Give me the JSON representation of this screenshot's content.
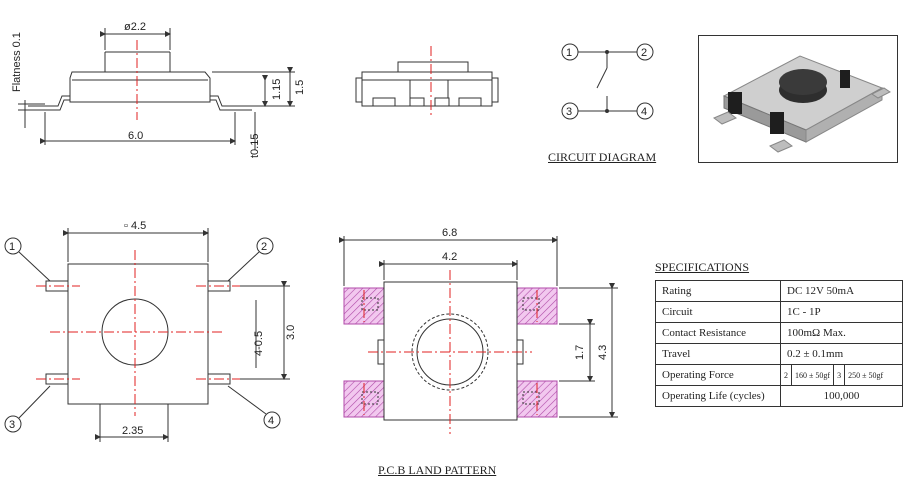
{
  "side_view": {
    "diameter": "ø2.2",
    "flatness": "Flatness 0.1",
    "height_body": "1.15",
    "height_total": "1.5",
    "width": "6.0",
    "lead_thickness": "t0.15"
  },
  "circuit": {
    "caption": "CIRCUIT DIAGRAM",
    "pins": [
      "1",
      "2",
      "3",
      "4"
    ]
  },
  "top_view": {
    "size": "▫ 4.5",
    "pitch": "4-0.5",
    "pin_span": "3.0",
    "offset": "2.35",
    "pins": [
      "1",
      "2",
      "3",
      "4"
    ]
  },
  "pcb": {
    "caption": "P.C.B LAND PATTERN",
    "overall_width": "6.8",
    "inner_width": "4.2",
    "inner_height": "1.7",
    "overall_height": "4.3"
  },
  "specifications": {
    "title": "SPECIFICATIONS",
    "rows": [
      {
        "label": "Rating",
        "value": "DC 12V 50mA"
      },
      {
        "label": "Circuit",
        "value": "1C - 1P"
      },
      {
        "label": "Contact Resistance",
        "value": "100mΩ Max."
      },
      {
        "label": "Travel",
        "value": "0.2 ± 0.1mm"
      },
      {
        "label": "Operating Force",
        "value": ""
      },
      {
        "label": "Operating Life (cycles)",
        "value": "100,000"
      }
    ],
    "force_options": [
      {
        "code": "2",
        "value": "160 ± 50gf"
      },
      {
        "code": "3",
        "value": "250 ± 50gf"
      }
    ]
  },
  "colors": {
    "line": "#333333",
    "center_line": "#e02020",
    "pad_hatch": "#b04aa8",
    "pad_fill": "#f2c8ef",
    "body_gray": "#b8b8b8",
    "button_dark": "#3a3a3a"
  }
}
